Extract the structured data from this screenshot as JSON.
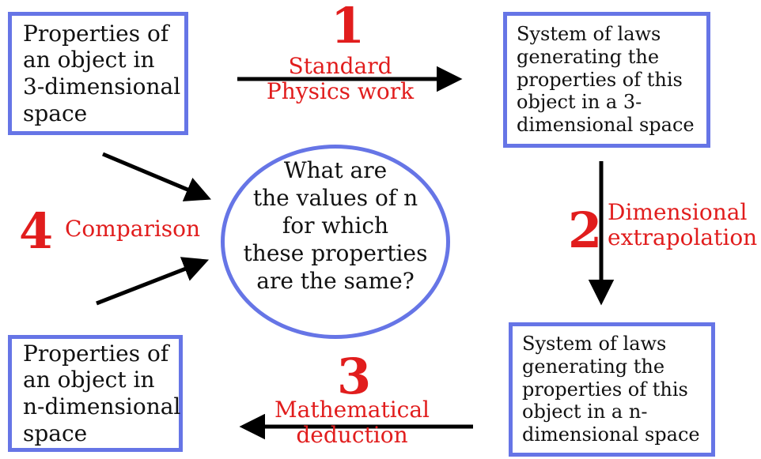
{
  "boxes": {
    "top_left": [
      "Properties of",
      "an object in",
      "3-dimensional",
      "space"
    ],
    "top_right": [
      "System of laws",
      "generating the",
      "properties of this",
      "object in a 3-",
      "dimensional space"
    ],
    "bottom_right": [
      "System of laws",
      "generating the",
      "properties of this",
      "object in a n-",
      "dimensional space"
    ],
    "bottom_left": [
      "Properties of",
      "an object in",
      "n-dimensional",
      "space"
    ]
  },
  "center_question": [
    "What are",
    "the values of n",
    "for which",
    "these properties",
    "are the same?"
  ],
  "steps": [
    {
      "number": "1",
      "label": [
        "Standard",
        "Physics work"
      ]
    },
    {
      "number": "2",
      "label": [
        "Dimensional",
        "extrapolation"
      ]
    },
    {
      "number": "3",
      "label": [
        "Mathematical",
        "deduction"
      ]
    },
    {
      "number": "4",
      "label": [
        "Comparison"
      ]
    }
  ],
  "colors": {
    "box_border": "#6675e6",
    "step_text": "#e11d1d",
    "arrow": "#000000"
  }
}
